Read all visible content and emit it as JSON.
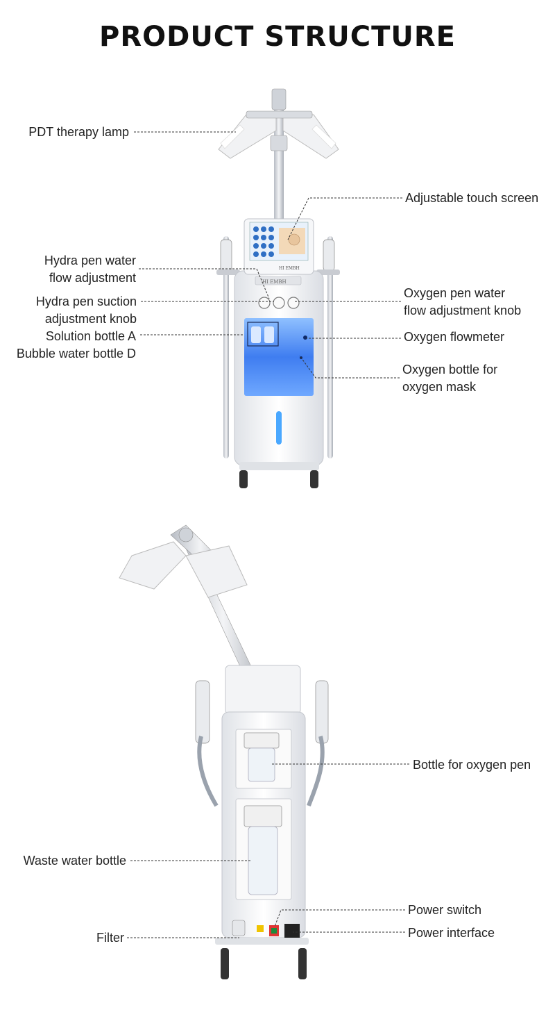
{
  "title": "PRODUCT STRUCTURE",
  "front_view": {
    "labels_left": [
      {
        "id": "pdt",
        "text": "PDT therapy lamp"
      },
      {
        "id": "hydra-flow",
        "lines": [
          "Hydra pen water",
          "flow adjustment"
        ]
      },
      {
        "id": "hydra-suction",
        "lines": [
          "Hydra pen suction",
          "adjustment knob"
        ]
      },
      {
        "id": "bottle-a",
        "text": "Solution bottle A"
      },
      {
        "id": "bottle-d",
        "text": "Bubble water bottle D"
      }
    ],
    "labels_right": [
      {
        "id": "touch",
        "text": "Adjustable touch screen"
      },
      {
        "id": "oxygen-flow-knob",
        "lines": [
          "Oxygen pen water",
          "flow adjustment knob"
        ]
      },
      {
        "id": "flowmeter",
        "text": "Oxygen flowmeter"
      },
      {
        "id": "oxygen-bottle",
        "lines": [
          "Oxygen bottle for",
          "oxygen mask"
        ]
      }
    ],
    "brand_badge": "HI EMBH"
  },
  "back_view": {
    "labels_left": [
      {
        "id": "waste",
        "text": "Waste water bottle"
      },
      {
        "id": "filter",
        "text": "Filter"
      }
    ],
    "labels_right": [
      {
        "id": "oxy-pen-bottle",
        "text": "Bottle for oxygen pen"
      },
      {
        "id": "power-switch",
        "text": "Power switch"
      },
      {
        "id": "power-interface",
        "text": "Power interface"
      }
    ]
  },
  "colors": {
    "accent_blue": "#3f7df0",
    "body_white": "#f4f5f7",
    "panel_blue": "#6fa8ff"
  }
}
